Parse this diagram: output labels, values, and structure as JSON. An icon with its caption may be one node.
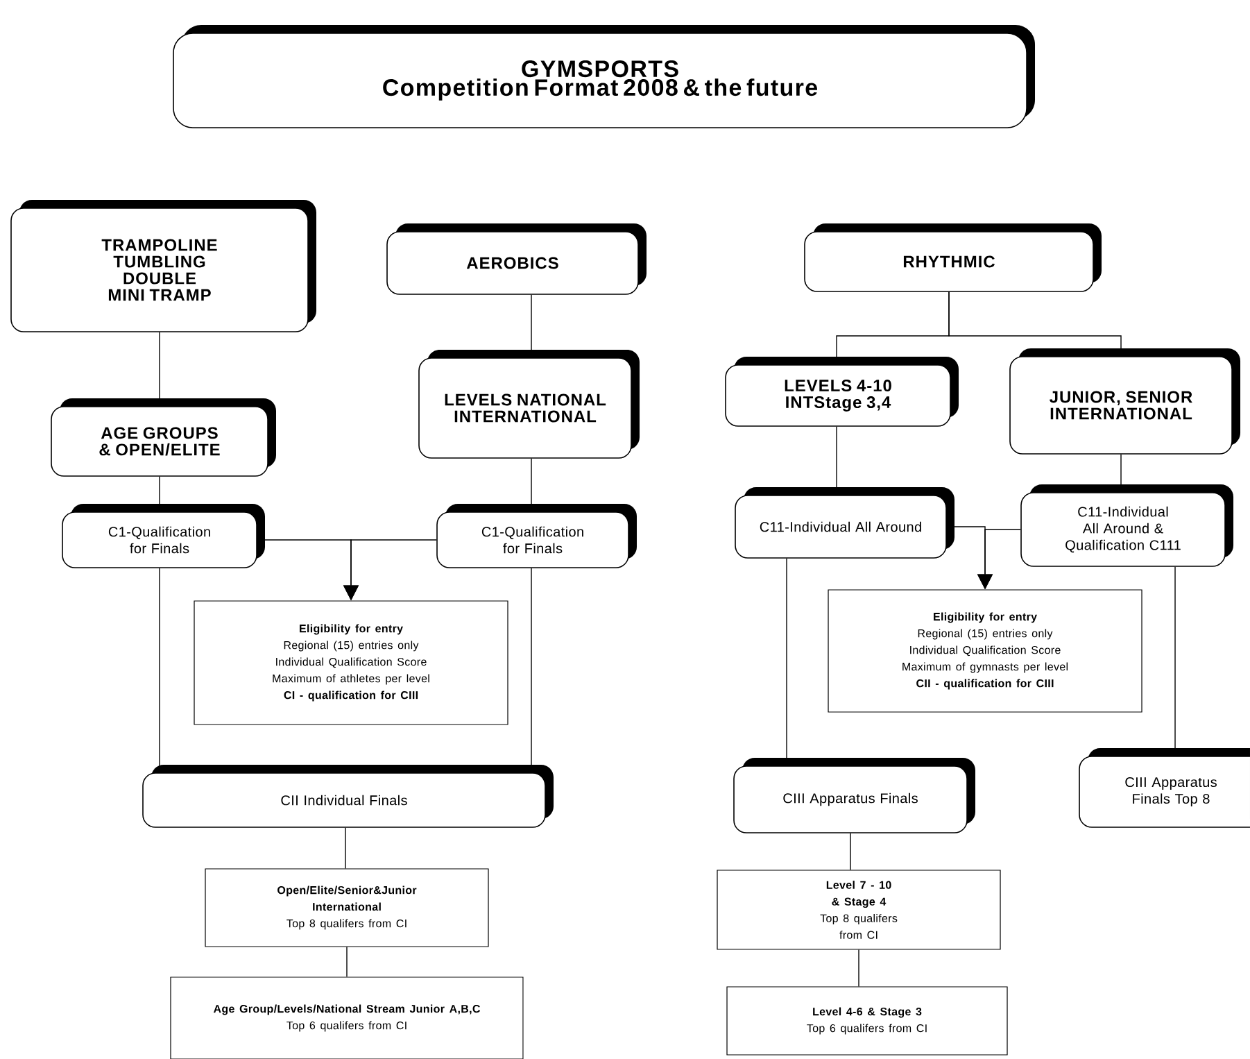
{
  "diagram": {
    "nodes": [
      {
        "text": [
          "GYMSPORTS",
          "Competition Format 2008 & the future"
        ]
      },
      {
        "text": [
          "TRAMPOLINE TUMBLING DOUBLE MINI TRAMP"
        ]
      },
      {
        "text": [
          "AEROBICS"
        ]
      },
      {
        "text": [
          "LEVELS NATIONAL INTERNATIONAL"
        ]
      },
      {
        "text": [
          "AGE GROUPS & OPEN/ELITE"
        ]
      },
      {
        "text": [
          "C1-Qualification for Finals"
        ]
      },
      {
        "text": [
          "C1-Qualification for Finals"
        ]
      },
      {
        "text": [
          "Eligibility for entry",
          "Regional (15) entries only",
          "Individual Qualification Score",
          "Maximum of athletes per level",
          "CI  - qualification for CIII"
        ]
      },
      {
        "text": [
          "CII Individual Finals"
        ]
      },
      {
        "text": [
          "Open/Elite/Senior&Junior International",
          "Top 8 qualifers from CI"
        ]
      },
      {
        "text": [
          "Age Group/Levels/National Stream Junior A,B,C",
          "Top 6 qualifers from CI"
        ]
      },
      {
        "text": [
          "RHYTHMIC"
        ]
      },
      {
        "text": [
          "LEVELS 4-10 INTStage 3,4"
        ]
      },
      {
        "text": [
          "JUNIOR, SENIOR INTERNATIONAL"
        ]
      },
      {
        "text": [
          "C11-Individual All Around"
        ]
      },
      {
        "text": [
          "C11-Individual All Around & Qualification C111"
        ]
      },
      {
        "text": [
          "Eligibility for entry",
          "Regional (15) entries only",
          "Individual Qualification Score",
          "Maximum of gymnasts per level",
          "CII  - qualification for CIII"
        ]
      },
      {
        "text": [
          "CIII Apparatus Finals"
        ]
      },
      {
        "text": [
          "CIII Apparatus Finals Top 8"
        ]
      },
      {
        "text": [
          "Level 7 - 10 & Stage 4",
          "Top 8 qualifers from CI"
        ]
      },
      {
        "text": [
          "Level 4-6 & Stage 3",
          "Top 6 qualifers from CI"
        ]
      }
    ],
    "edges": [
      {
        "from": 1,
        "to": 4,
        "arrow": "none"
      },
      {
        "from": 2,
        "to": 3,
        "arrow": "none"
      },
      {
        "from": 4,
        "to": 5,
        "arrow": "none"
      },
      {
        "from": 3,
        "to": 6,
        "arrow": "none"
      },
      {
        "from": 5,
        "to": 7,
        "arrow": "to"
      },
      {
        "from": 6,
        "to": 7,
        "arrow": "to"
      },
      {
        "from": 5,
        "to": 8,
        "arrow": "none"
      },
      {
        "from": 6,
        "to": 8,
        "arrow": "none"
      },
      {
        "from": 8,
        "to": 9,
        "arrow": "none"
      },
      {
        "from": 9,
        "to": 10,
        "arrow": "none"
      },
      {
        "from": 11,
        "to": 12,
        "arrow": "none"
      },
      {
        "from": 11,
        "to": 13,
        "arrow": "none"
      },
      {
        "from": 12,
        "to": 14,
        "arrow": "none"
      },
      {
        "from": 13,
        "to": 15,
        "arrow": "none"
      },
      {
        "from": 14,
        "to": 16,
        "arrow": "to"
      },
      {
        "from": 15,
        "to": 16,
        "arrow": "to"
      },
      {
        "from": 14,
        "to": 17,
        "arrow": "none"
      },
      {
        "from": 15,
        "to": 18,
        "arrow": "none"
      },
      {
        "from": 17,
        "to": 19,
        "arrow": "none"
      },
      {
        "from": 19,
        "to": 20,
        "arrow": "none"
      }
    ]
  }
}
